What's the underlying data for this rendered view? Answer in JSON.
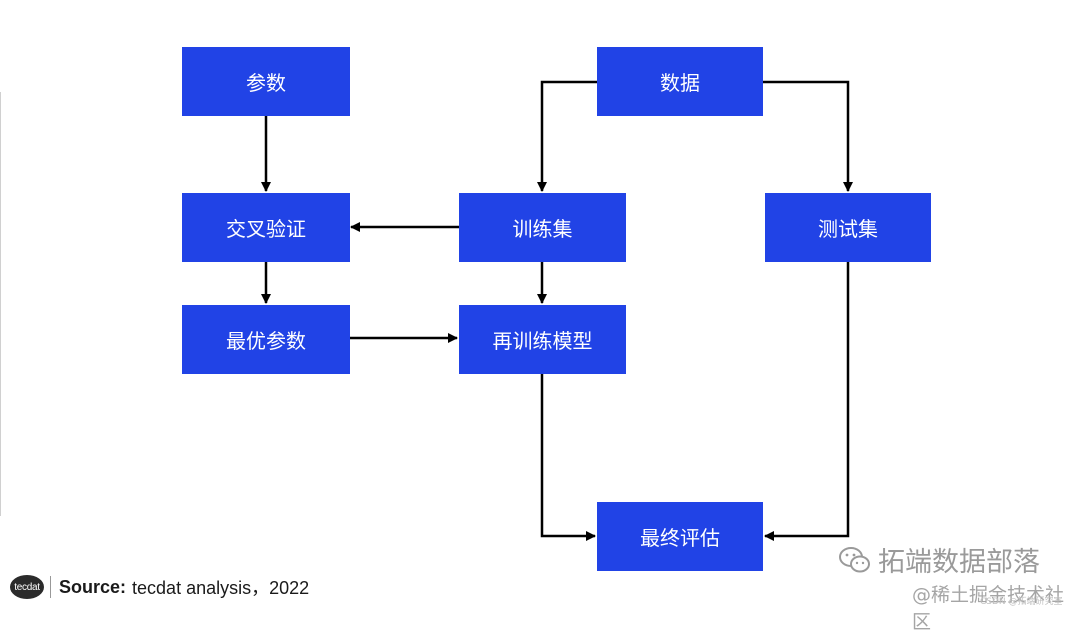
{
  "diagram": {
    "nodes": {
      "params": "参数",
      "data": "数据",
      "cross_validation": "交叉验证",
      "train_set": "训练集",
      "test_set": "测试集",
      "best_params": "最优参数",
      "retrain_model": "再训练模型",
      "final_eval": "最终评估"
    },
    "colors": {
      "node_fill": "#2143e6",
      "node_text": "#ffffff",
      "arrow": "#000000"
    }
  },
  "footer": {
    "logo_text": "tecdat",
    "source_label": "Source:",
    "source_text": "tecdat analysis，2022"
  },
  "watermark": {
    "main": "拓端数据部落",
    "sub": "@稀土掘金技术社区",
    "tiny": "CSDN @拓端研究室",
    "icon": "wechat-icon"
  }
}
